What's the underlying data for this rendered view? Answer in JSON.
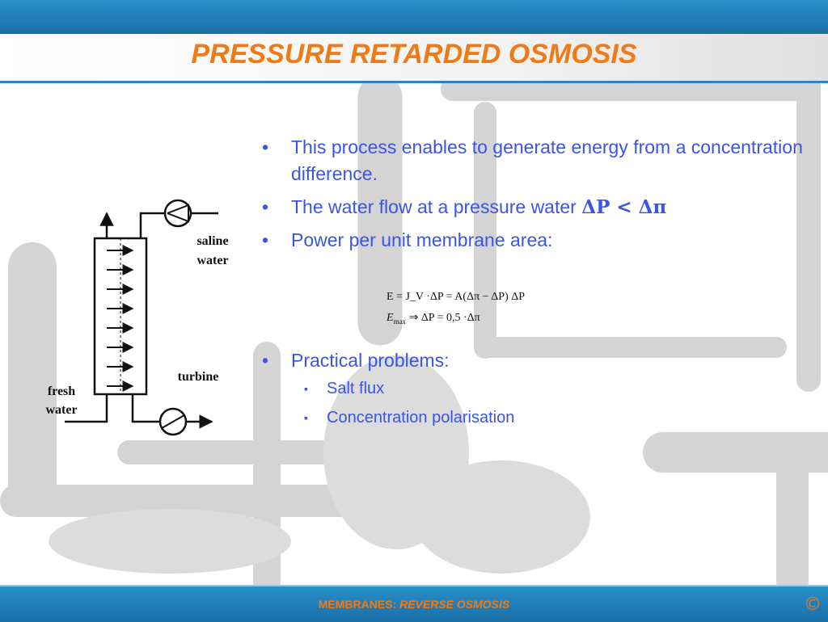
{
  "slide": {
    "title": "PRESSURE RETARDED OSMOSIS",
    "bullets": [
      "This process enables to generate energy from a concentration difference.",
      "The water flow at a pressure water",
      "Power per unit membrane area:",
      "Practical problems:"
    ],
    "bullet2_symbols": "ΔP < Δπ",
    "sub_bullets": [
      "Salt flux",
      "Concentration polarisation"
    ],
    "equations": {
      "eq1": "E = J_V ·ΔP = A(Δπ − ΔP) ΔP",
      "eq2_lhs": "E",
      "eq2_sub": "max",
      "eq2_rhs": "⇒ ΔP = 0,5 ·Δπ"
    }
  },
  "diagram": {
    "saline_line1": "saline",
    "saline_line2": "water",
    "turbine": "turbine",
    "fresh_line1": "fresh",
    "fresh_line2": "water"
  },
  "footer": {
    "prefix": "MEMBRANES: ",
    "subject": "REVERSE OSMOSIS",
    "copyright": "©"
  },
  "colors": {
    "title": "#f07a16",
    "bullet_text": "#3a55e6",
    "bar": "#1f7db8"
  }
}
